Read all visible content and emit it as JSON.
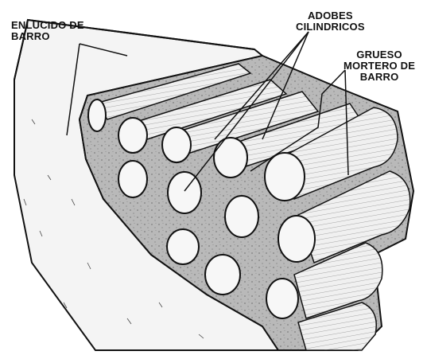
{
  "labels": {
    "plaster": [
      "ENLUCIDO DE",
      "BARRO"
    ],
    "adobes": [
      "ADOBES",
      "CILINDRICOS"
    ],
    "mortar": [
      "GRUESO",
      "MORTERO DE",
      "BARRO"
    ]
  },
  "colors": {
    "ink": "#111111",
    "mortar": "#b9b9b9",
    "plaster": "#f4f4f4",
    "adobe": "#f7f7f7"
  }
}
